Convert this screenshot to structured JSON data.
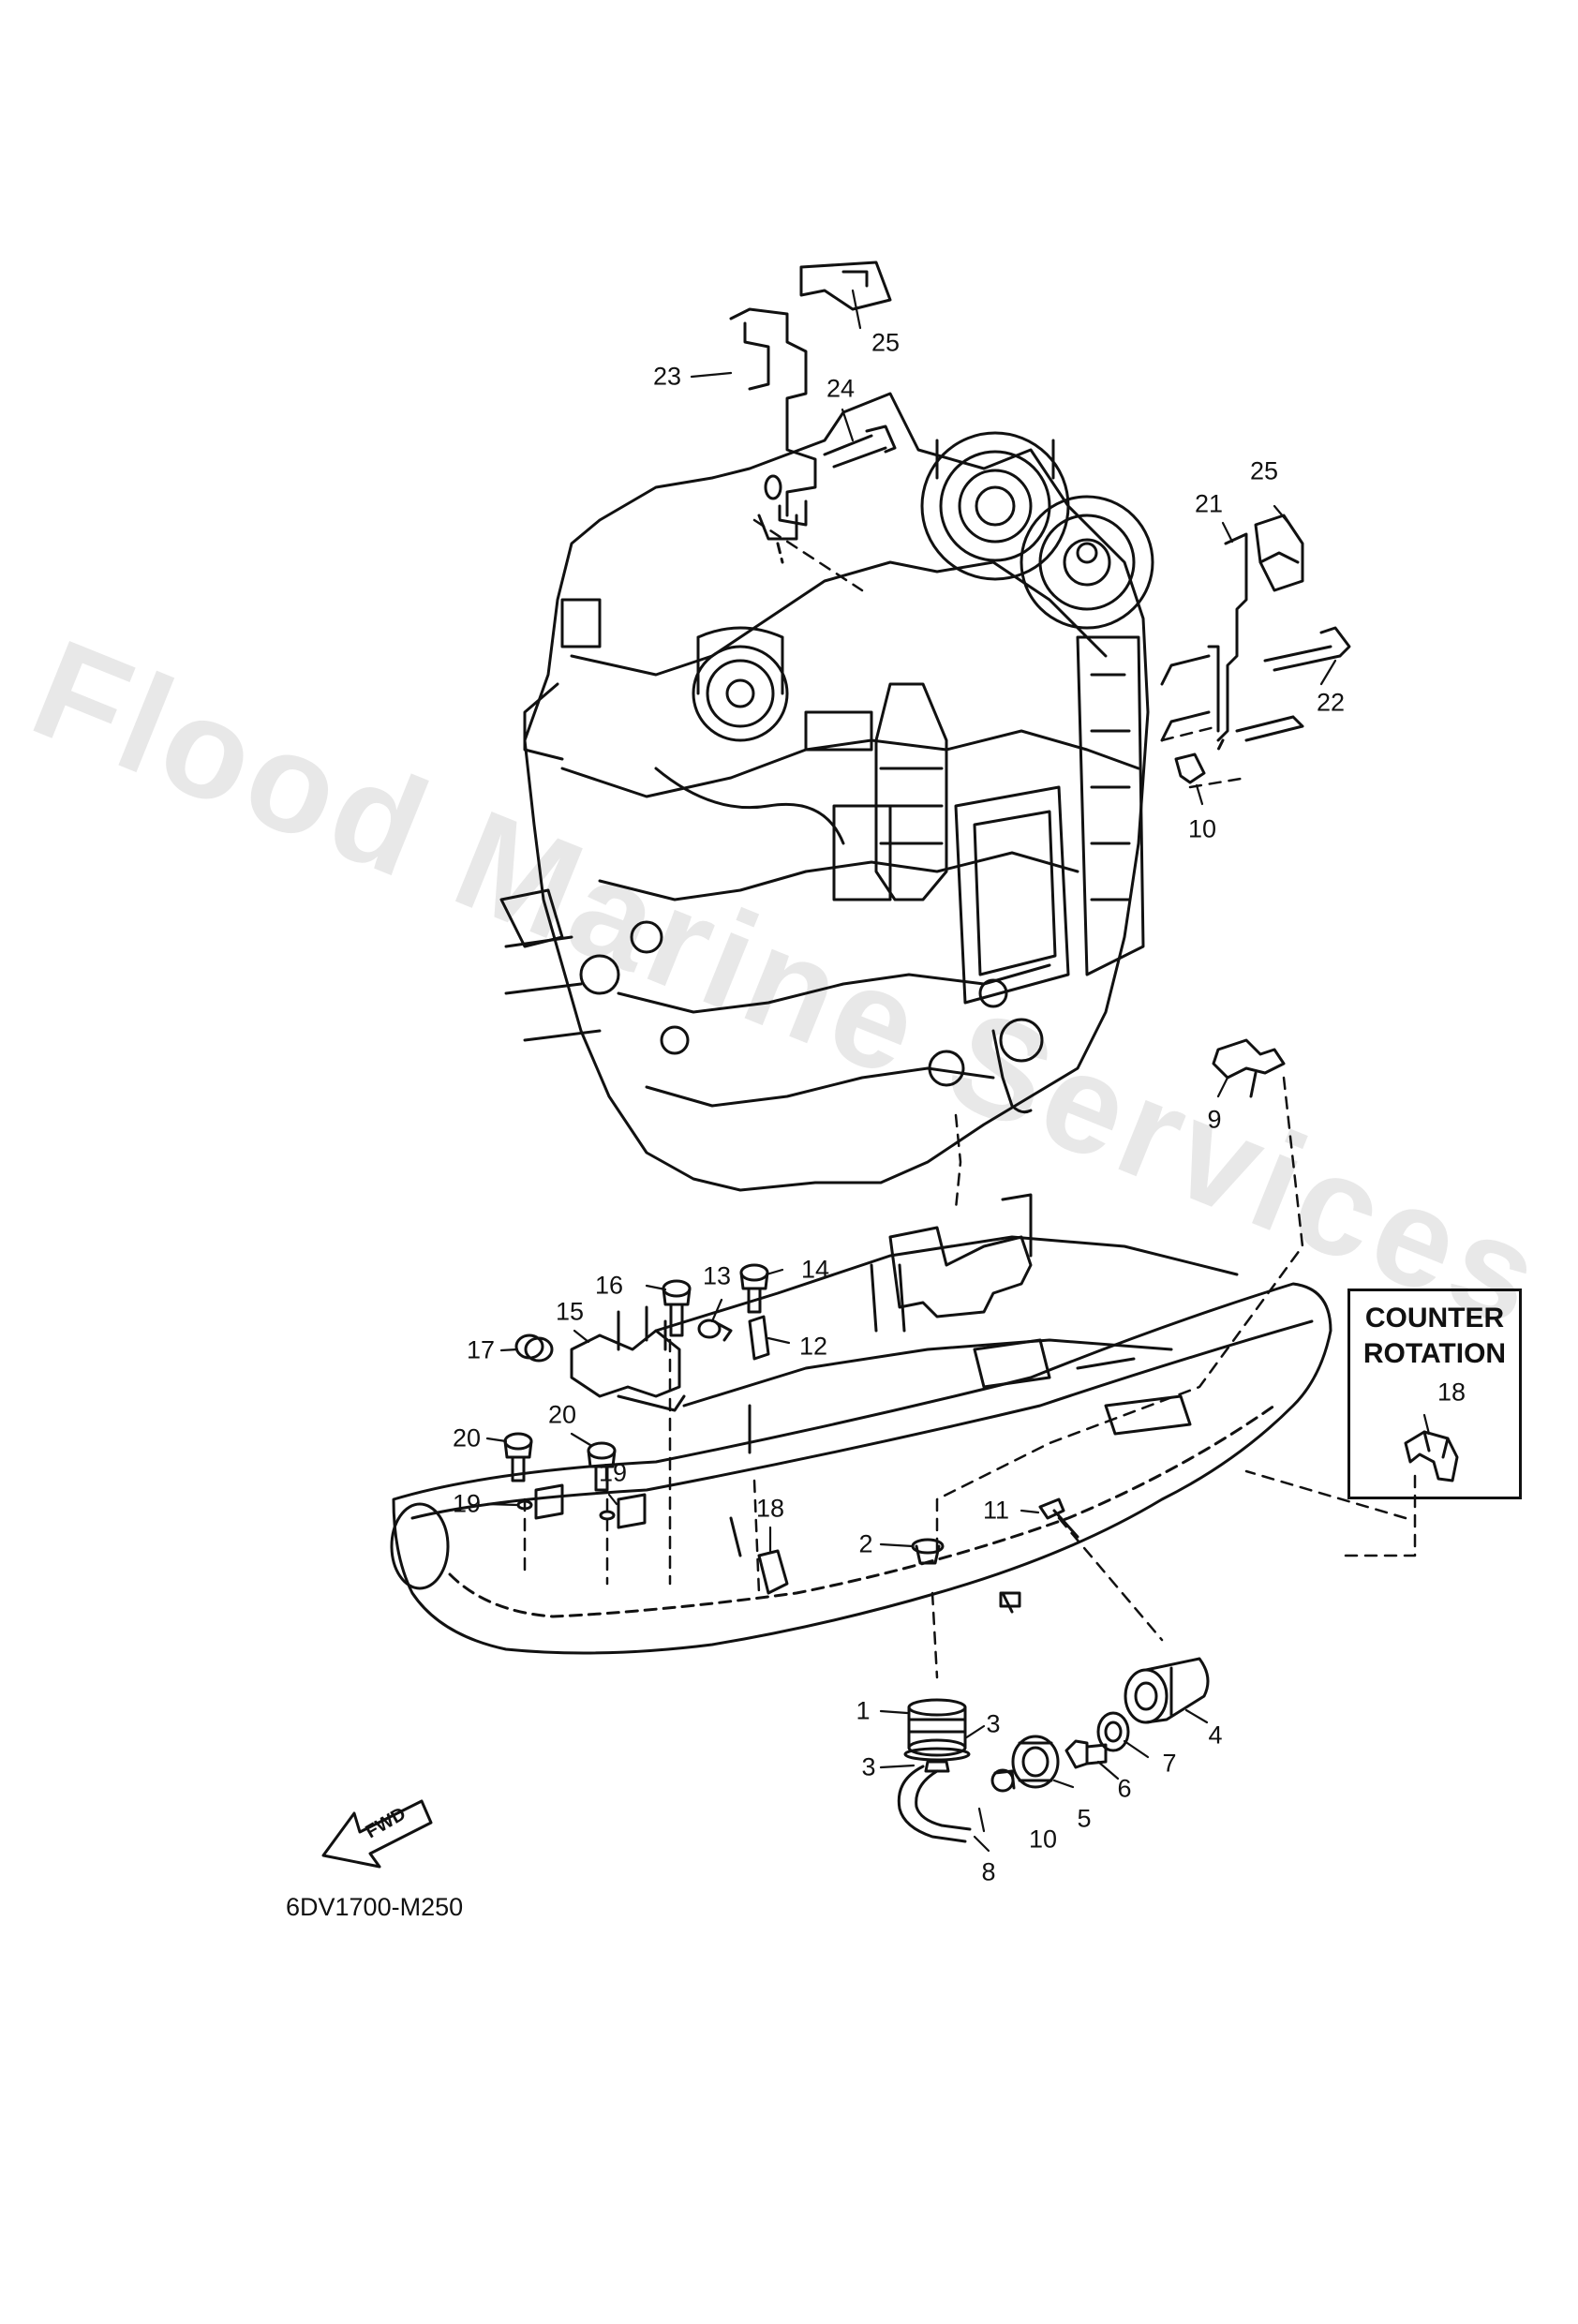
{
  "watermark": "Flood Marine Services",
  "diagram_code": "6DV1700-M250",
  "counter_rotation": {
    "line1": "COUNTER",
    "line2": "ROTATION",
    "part": "18"
  },
  "fwd_label": "FWD",
  "callouts": {
    "p1": "1",
    "p2": "2",
    "p3a": "3",
    "p3b": "3",
    "p4": "4",
    "p5": "5",
    "p6": "6",
    "p7": "7",
    "p8": "8",
    "p9": "9",
    "p10a": "10",
    "p10b": "10",
    "p11": "11",
    "p12": "12",
    "p13": "13",
    "p14": "14",
    "p15": "15",
    "p16": "16",
    "p17": "17",
    "p18": "18",
    "p19a": "19",
    "p19b": "19",
    "p20a": "20",
    "p20b": "20",
    "p21": "21",
    "p22": "22",
    "p23": "23",
    "p24": "24",
    "p25a": "25",
    "p25b": "25"
  }
}
